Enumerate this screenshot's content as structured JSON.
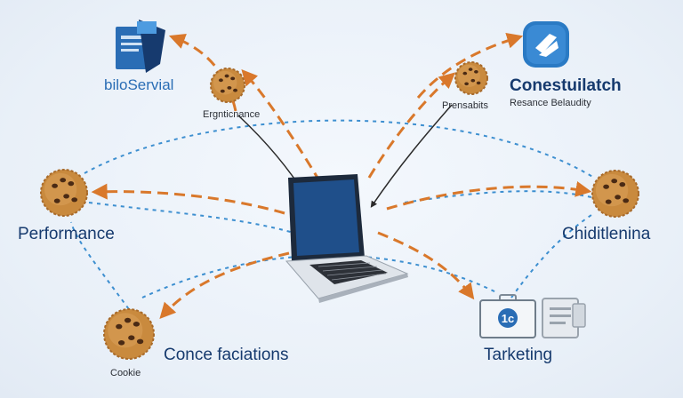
{
  "diagram": {
    "center": {
      "icon": "laptop-icon"
    },
    "nodes": [
      {
        "id": "bilo",
        "icon": "document-shield-icon",
        "label": "biloServial",
        "sublabel": ""
      },
      {
        "id": "ergn",
        "icon": "cookie-icon",
        "label": "",
        "sublabel": "Ergnticnance"
      },
      {
        "id": "pren",
        "icon": "cookie-icon",
        "label": "",
        "sublabel": "Prensabits"
      },
      {
        "id": "cons",
        "icon": "shield-badge-icon",
        "label": "Conestuilatch",
        "sublabel": "Resance Belaudity"
      },
      {
        "id": "perf",
        "icon": "cookie-icon",
        "label": "Performance",
        "sublabel": ""
      },
      {
        "id": "chid",
        "icon": "cookie-icon",
        "label": "Chiditlenina",
        "sublabel": ""
      },
      {
        "id": "cook",
        "icon": "cookie-icon",
        "label": "Conce faciations",
        "sublabel": "Cookie"
      },
      {
        "id": "tark",
        "icon": "briefcase-icon",
        "label": "Tarketing",
        "sublabel": ""
      }
    ]
  },
  "colors": {
    "navy": "#163a6e",
    "blue": "#2a6db5",
    "orange": "#d9782b",
    "dotted": "#3d8fd0",
    "cookie": "#c98a3e",
    "chip": "#4a2a14"
  }
}
